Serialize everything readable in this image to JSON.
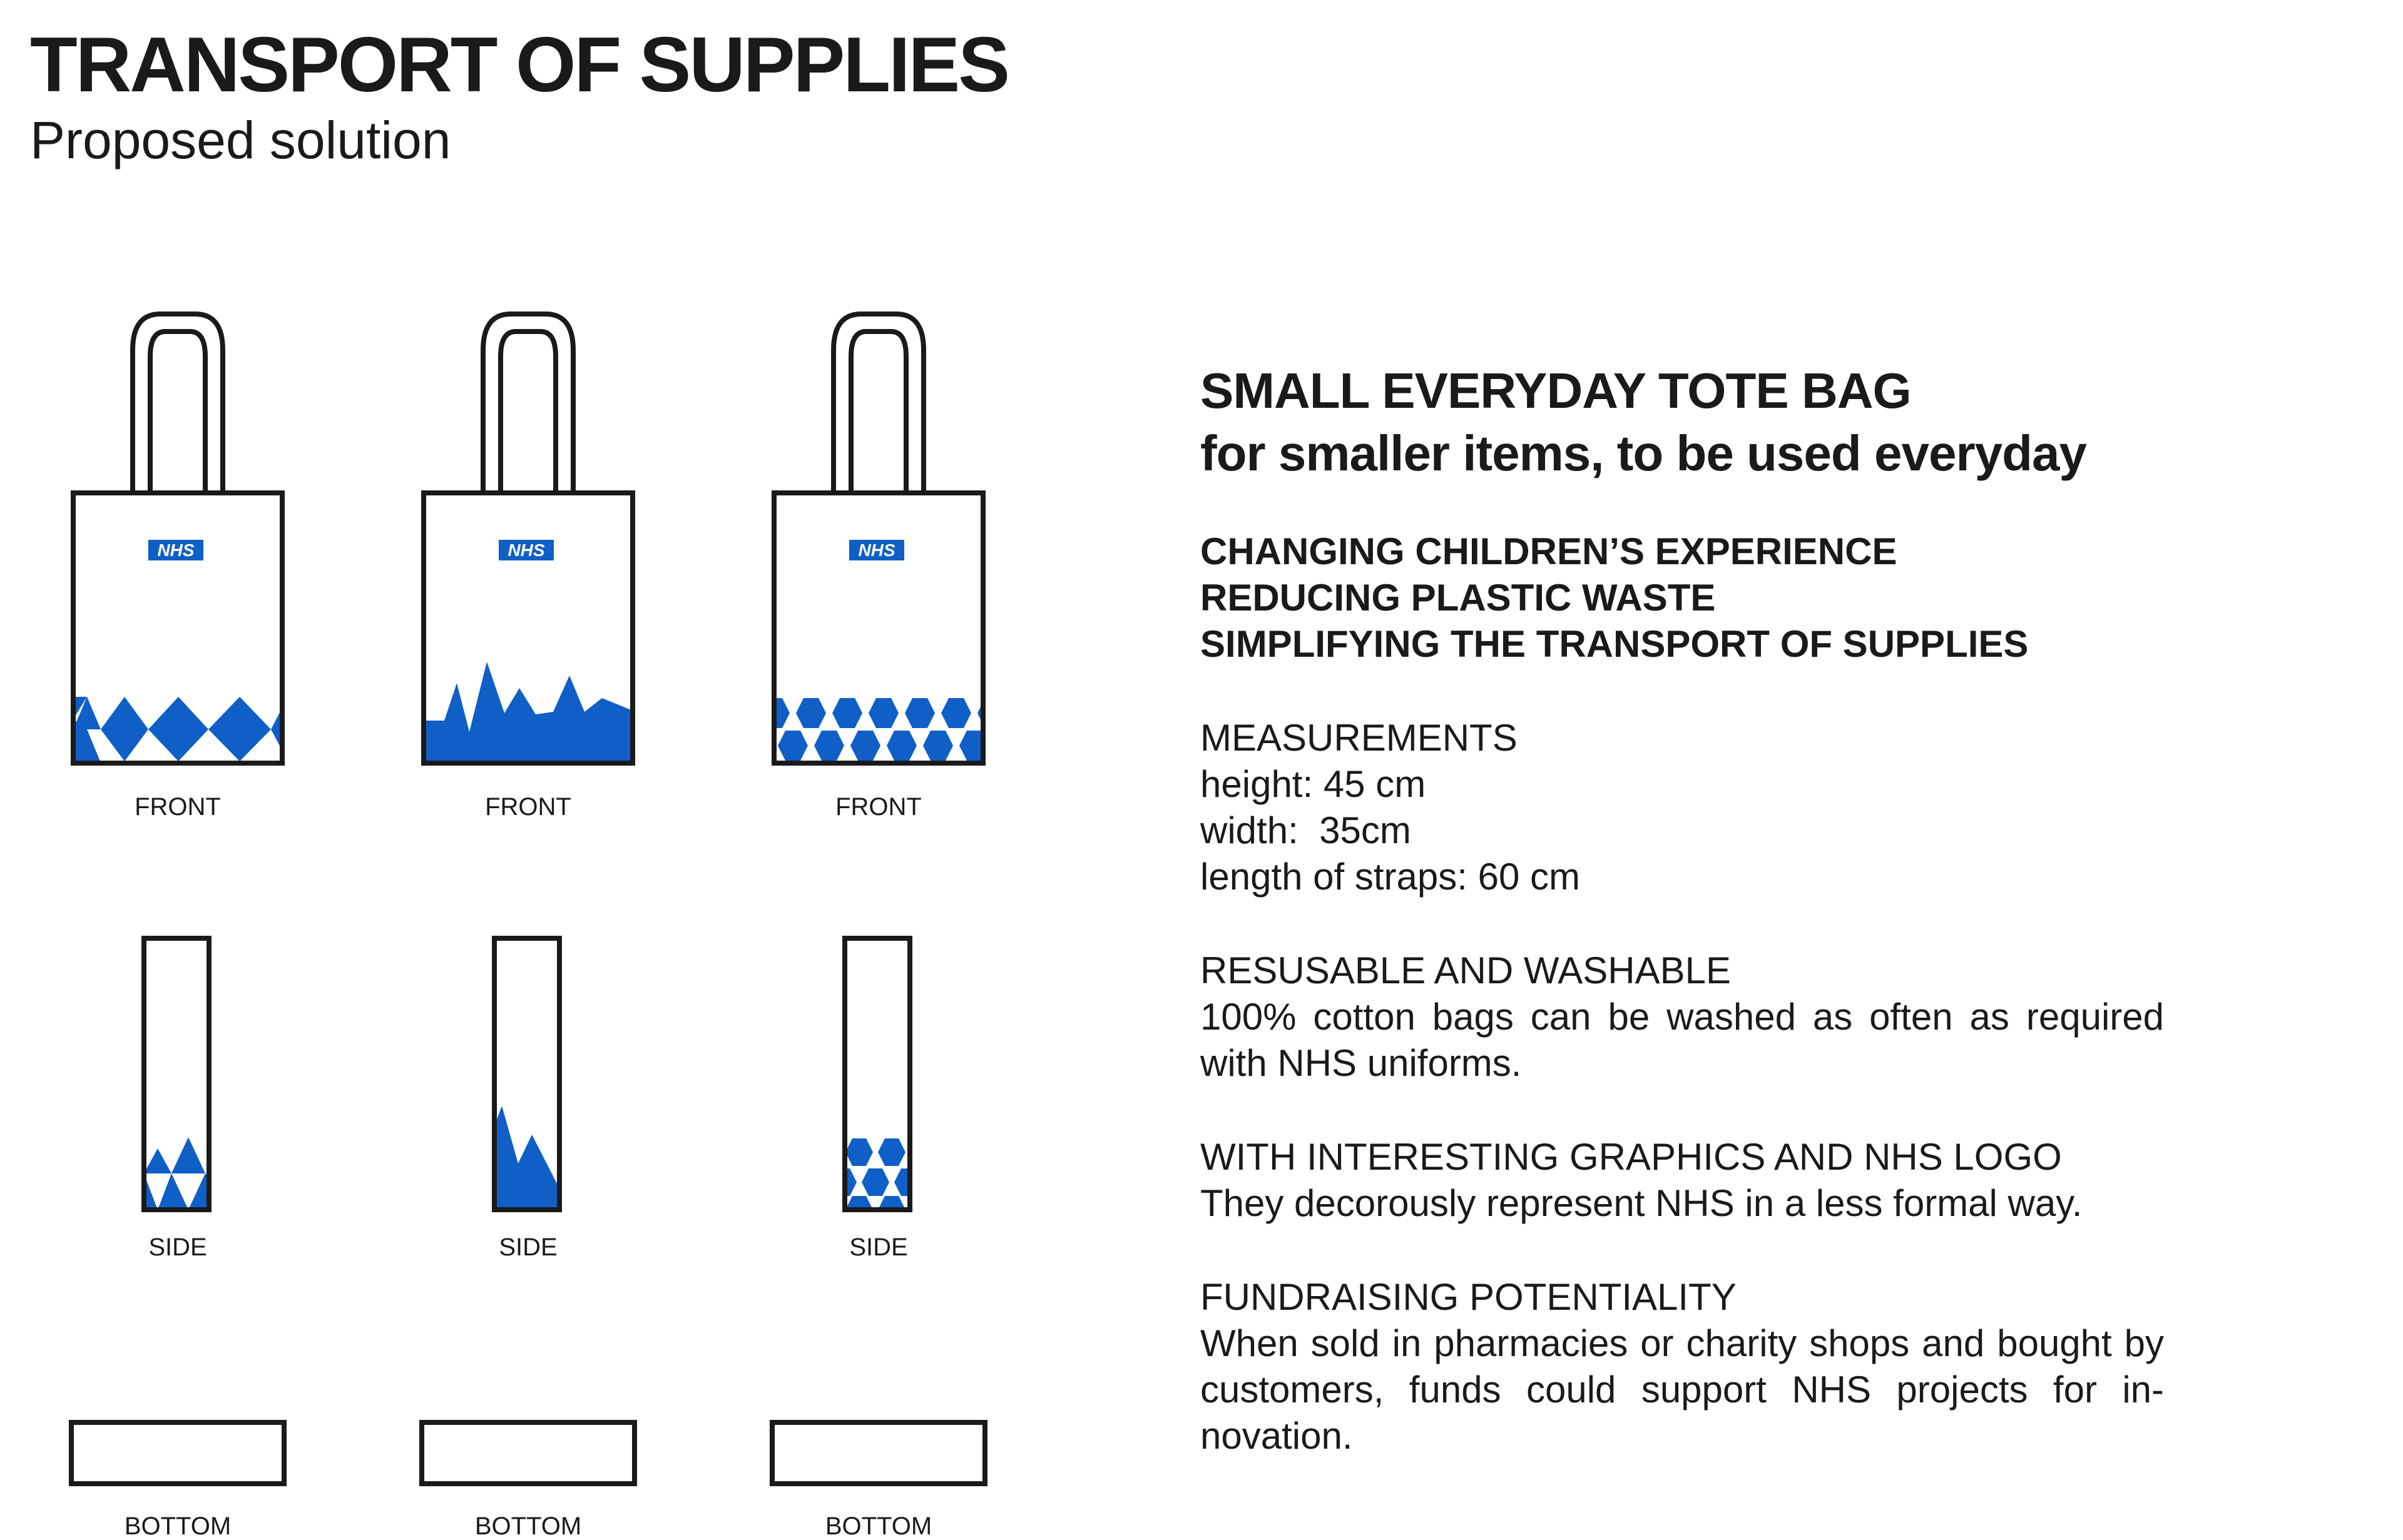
{
  "header": {
    "title": "TRANSPORT OF SUPPLIES",
    "subtitle": "Proposed solution"
  },
  "bags": [
    {
      "pattern": "triangles",
      "logo": "NHS",
      "front_label": "FRONT",
      "side_label": "SIDE",
      "bottom_label": "BOTTOM"
    },
    {
      "pattern": "peaks",
      "logo": "NHS",
      "front_label": "FRONT",
      "side_label": "SIDE",
      "bottom_label": "BOTTOM"
    },
    {
      "pattern": "hexagons",
      "logo": "NHS",
      "front_label": "FRONT",
      "side_label": "SIDE",
      "bottom_label": "BOTTOM"
    }
  ],
  "description": {
    "title_line1": "SMALL EVERYDAY TOTE BAG",
    "title_line2": "for smaller items, to be used everyday",
    "points": [
      "CHANGING CHILDREN’S EXPERIENCE",
      "REDUCING PLASTIC WASTE",
      "SIMPLIFYING THE TRANSPORT OF SUPPLIES"
    ],
    "measurements": {
      "heading": "MEASUREMENTS",
      "height": "height: 45 cm",
      "width": "width:  35cm",
      "straps": "length of straps: 60 cm"
    },
    "reusable": {
      "heading": "RESUSABLE AND WASHABLE",
      "body": "100% cotton bags can be washed as often as required with NHS uniforms."
    },
    "graphics": {
      "heading": "WITH INTERESTING GRAPHICS AND NHS LOGO",
      "body": "They decorously represent NHS in a less formal way."
    },
    "fundraising": {
      "heading": "FUNDRAISING POTENTIALITY",
      "body": "When sold in pharmacies or charity shops and bought by customers, funds could support NHS projects for in-novation."
    }
  },
  "colors": {
    "accent": "#0f5fc7",
    "ink": "#1a1a1a"
  }
}
